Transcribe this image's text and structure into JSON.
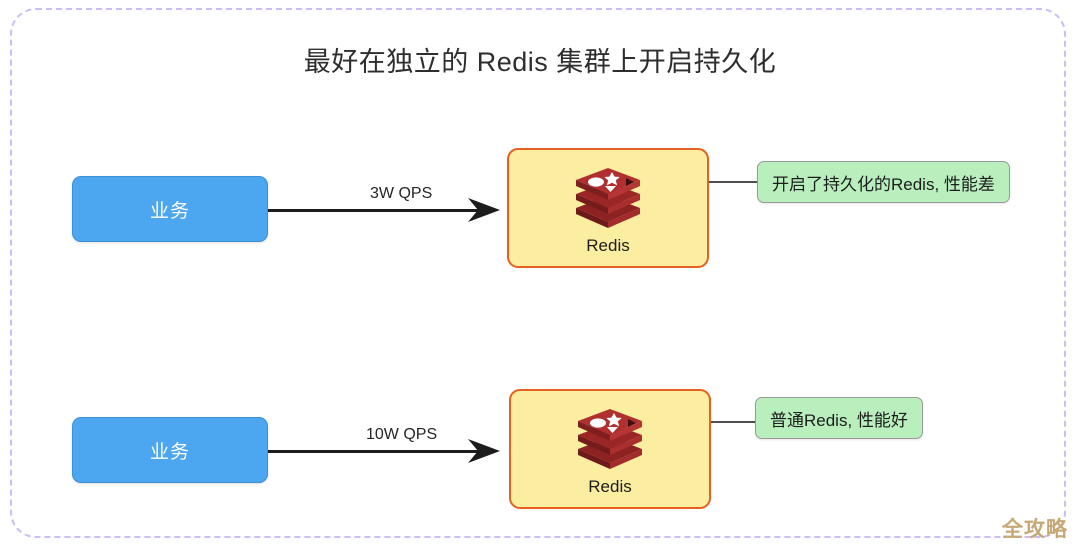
{
  "diagram": {
    "title": "最好在独立的 Redis 集群上开启持久化",
    "watermark": "全攻略",
    "frame_color": "#cdbdf7",
    "rows": [
      {
        "client_label": "业务",
        "arrow_label": "3W QPS",
        "service_caption": "Redis",
        "note_label": "开启了持久化的Redis, 性能差"
      },
      {
        "client_label": "业务",
        "arrow_label": "10W QPS",
        "service_caption": "Redis",
        "note_label": "普通Redis, 性能好"
      }
    ],
    "colors": {
      "client_fill": "#4ca6f0",
      "client_border": "#3d8fd4",
      "service_fill": "#fbeea0",
      "service_border": "#e85f20",
      "note_fill": "#b9eebd",
      "note_border": "#9a9a9a",
      "arrow": "#1c1c1c",
      "redis_logo": "#a32b2b",
      "watermark": "#c6a875"
    }
  }
}
